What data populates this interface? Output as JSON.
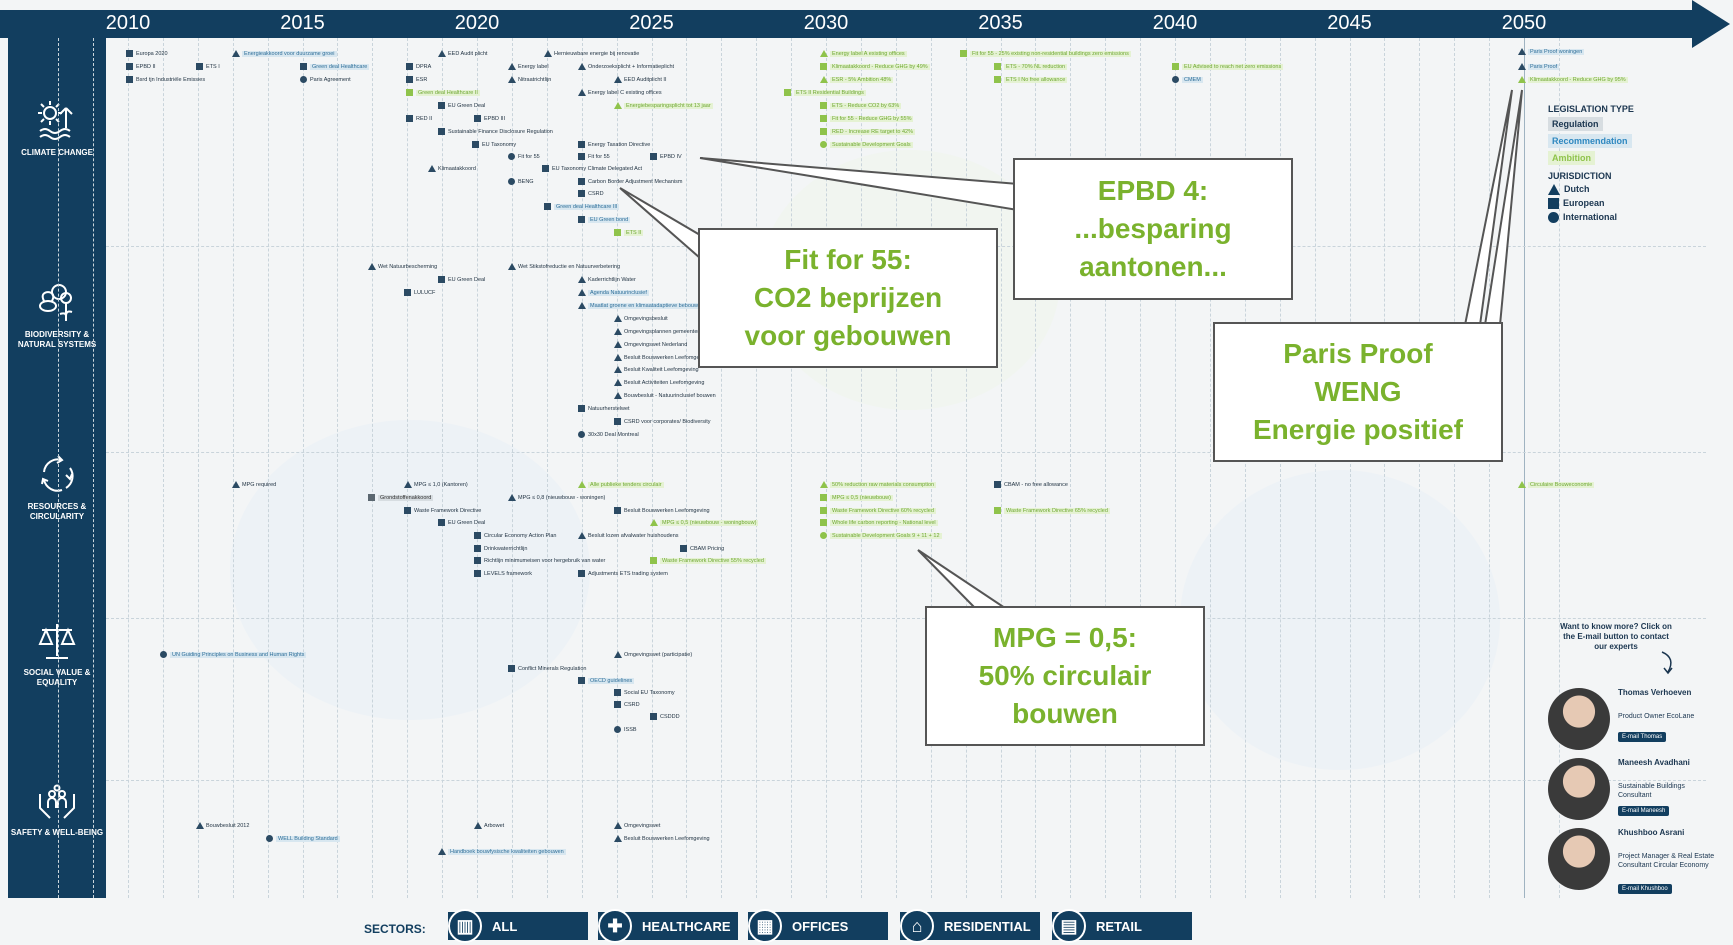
{
  "timeline": {
    "years": [
      "2010",
      "2015",
      "2020",
      "2025",
      "2030",
      "2035",
      "2040",
      "2045",
      "2050"
    ]
  },
  "categories": [
    {
      "label": "CLIMATE CHANGE",
      "icon": "sun-wind-water-icon"
    },
    {
      "label": "BIODIVERSITY & NATURAL SYSTEMS",
      "icon": "bee-flower-icon"
    },
    {
      "label": "RESOURCES & CIRCULARITY",
      "icon": "recycle-icon"
    },
    {
      "label": "SOCIAL VALUE & EQUALITY",
      "icon": "scales-icon"
    },
    {
      "label": "SAFETY & WELL-BEING",
      "icon": "hands-family-icon"
    }
  ],
  "items": {
    "climate": [
      "Europa 2020",
      "EPBD II",
      "Bsrd tjn Industriële Emissies",
      "ETS I",
      "Energieakkoord voor duurzame groei",
      "Green deal Healthcare",
      "Paris Agreement",
      "DPRA",
      "ESR",
      "EED Audit plicht",
      "Green deal Healthcare II",
      "EU Green Deal",
      "RED II",
      "EPBD III",
      "Sustainable Finance Disclosure Regulation",
      "EU Taxonomy",
      "Klimaatakkoord",
      "Fit for 55",
      "BENG",
      "Hernieuwbare energie bij renovatie",
      "Energy label",
      "Nitraatrichtlijn",
      "Onderzoeksplicht + Informatieplicht",
      "EED Auditplicht II",
      "Energy label C existing offices",
      "Energiebesparingsplicht tot 13 jaar",
      "Energy Taxation Directive",
      "Fit for 55",
      "EPBD IV",
      "EU Taxonomy Climate Delegated Act",
      "Carbon Border Adjustment Mechanism",
      "CSRD",
      "Green deal Healthcare III",
      "EU Green bond",
      "ETS II",
      "Energy label A existing offices",
      "Klimaatakkoord - Reduce GHG by 49%",
      "ESR - 5% Ambition 48%",
      "ETS II Residential Buildings",
      "ETS - Reduce CO2 by 63%",
      "Fit for 55 - Reduce GHG by 55%",
      "RED - Increase RE target to 42%",
      "Sustainable Development Goals",
      "Fit for 55 - 25% existing non-residential buildings zero emissions",
      "ETS - 70% NL reduction",
      "ETS I No free allowance",
      "EU Advised to reach net zero emissions",
      "CMEM",
      "Paris Proof woningen",
      "Paris Proof",
      "Klimaatakkoord - Reduce GHG by 95%"
    ],
    "bio": [
      "Wet Natuurbescherming",
      "EU Green Deal",
      "LULUCF",
      "Wet Stikstofreductie en Natuurverbetering",
      "Kaderrichtlijn Water",
      "Agenda Natuurinclusief",
      "Maatlat groene en klimaatadaptieve bebouwde omgeving",
      "Omgevingsbesluit",
      "Omgevingsplannen gemeenten",
      "Omgevingswet Nederland",
      "Besluit Bouwwerken Leefomgeving",
      "Besluit Kwaliteit Leefomgeving",
      "Besluit Activiteiten Leefomgeving",
      "Bouwbesluit - Natuurinclusief bouwen",
      "Natuurherstelwet",
      "CSRD voor corporates/ Biodiversity",
      "30x30 Deal Montreal"
    ],
    "resources": [
      "MPG required",
      "Grondstoffenakkoord",
      "MPG ≤ 1,0 (Kantoren)",
      "Waste Framework Directive",
      "EU Green Deal",
      "MPG ≤ 0,8 (nieuwbouw - woningen)",
      "Circular Economy Action Plan",
      "Drinkwaterrichtlijn",
      "Richtlijn minimumeisen voor hergebruik van water",
      "LEVELS framework",
      "Alle publieke tenders circulair",
      "Besluit Bouwwerken Leefomgeving",
      "MPG ≤ 0,5 (nieuwbouw - woningbouw)",
      "Besluit lozen afvalwater huishoudens",
      "CBAM Pricing",
      "Waste Framework Directive 55% recycled",
      "Adjustments ETS trading system",
      "50% reduction raw materials consumption",
      "MPG ≤ 0,5 (nieuwbouw)",
      "Waste Framework Directive 60% recycled",
      "Whole life carbon reporting - National level",
      "Sustainable Development Goals 9 + 11 + 12",
      "CBAM - no free allowance",
      "Waste Framework Directive 65% recycled",
      "Circulaire Bouweconomie"
    ],
    "social": [
      "UN Guiding Principles on Business and Human Rights",
      "Conflict Minerals Regulation",
      "OECD guidelines",
      "Social EU Taxonomy",
      "CSRD",
      "CSDDD",
      "ISSB",
      "Omgevingswet (participatie)"
    ],
    "safety": [
      "Bouwbesluit 2012",
      "WELL Building Standard",
      "Arbowet",
      "Handboek bouwfysische kwaliteiten gebouwen",
      "Omgevingswet",
      "Besluit Bouwwerken Leefomgeving"
    ]
  },
  "legend": {
    "type_title": "LEGISLATION TYPE",
    "regulation": "Regulation",
    "recommendation": "Recommendation",
    "ambition": "Ambition",
    "jurisdiction_title": "JURISDICTION",
    "dutch": "Dutch",
    "european": "European",
    "international": "International"
  },
  "callouts": {
    "epbd": [
      "EPBD 4:",
      "...besparing",
      "aantonen..."
    ],
    "fit55": [
      "Fit for 55:",
      "CO2 beprijzen",
      "voor gebouwen"
    ],
    "paris": [
      "Paris Proof",
      "WENG",
      "Energie positief"
    ],
    "mpg": [
      "MPG = 0,5:",
      "50% circulair",
      "bouwen"
    ]
  },
  "contact": {
    "want": "Want to know more? Click on the E-mail button to contact our experts",
    "people": [
      {
        "name": "Thomas Verhoeven",
        "role": "Product Owner EcoLane",
        "mail": "E-mail Thomas"
      },
      {
        "name": "Maneesh Avadhani",
        "role": "Sustainable Buildings Consultant",
        "mail": "E-mail Maneesh"
      },
      {
        "name": "Khushboo Asrani",
        "role": "Project Manager & Real Estate Consultant Circular Economy",
        "mail": "E-mail Khushboo"
      }
    ]
  },
  "sectors": {
    "label": "SECTORS:",
    "items": [
      "ALL",
      "HEALTHCARE",
      "OFFICES",
      "RESIDENTIAL",
      "RETAIL"
    ]
  }
}
